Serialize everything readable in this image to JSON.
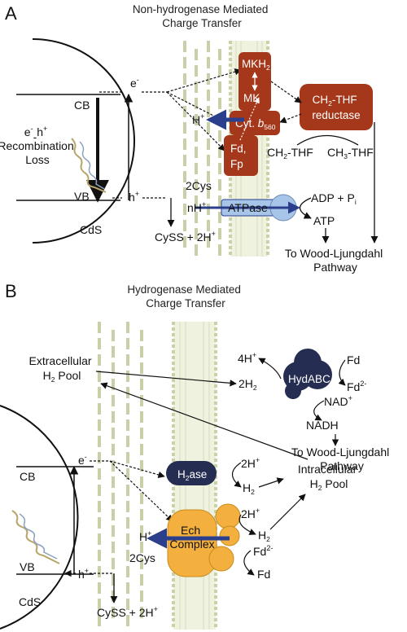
{
  "panel_a": {
    "letter": "A",
    "title_line1": "Non-hydrogenase Mediated",
    "title_line2": "Charge Transfer",
    "cb": "CB",
    "vb": "VB",
    "cds": "CdS",
    "electron": "e",
    "hole": "h",
    "recomb_line1": "e-h",
    "recomb_line2": "Recombination",
    "recomb_line3": "Loss",
    "mkh2": "MKH",
    "mk": "MK",
    "cyt": "Cyt.",
    "b560": "b",
    "b560_sub": "560",
    "fd": "Fd,",
    "fp": "Fp",
    "h_plus": "H",
    "ch2thf_line1": "CH",
    "ch2thf_line1_rest": "-THF",
    "ch2thf_line2": "reductase",
    "ch2thf_left": "CH",
    "ch2thf_left_rest": "-THF",
    "ch3thf": "CH",
    "ch3thf_rest": "-THF",
    "two_cys": "2Cys",
    "cyss": "CySS + 2H",
    "nh_plus": "nH",
    "atpase": "ATPase",
    "adp": "ADP + P",
    "adp_sub": "i",
    "atp": "ATP",
    "wood_line1": "To Wood-Ljungdahl",
    "wood_line2": "Pathway"
  },
  "panel_b": {
    "letter": "B",
    "title_line1": "Hydrogenase Mediated",
    "title_line2": "Charge Transfer",
    "four_h": "4H",
    "fd_top": "Fd",
    "hydabc": "HydABC",
    "two_h2": "2H",
    "fd2": "Fd",
    "nad": "NAD",
    "nadh": "NADH",
    "extra_line1": "Extracellular",
    "extra_line2": "H",
    "extra_line2_rest": "Pool",
    "wood_line1": "To Wood-Ljungdahl",
    "wood_line2": "Pathway",
    "cb": "CB",
    "vb": "VB",
    "cds": "CdS",
    "electron": "e",
    "hole": "h",
    "h2ase": "H",
    "h2ase_rest": "ase",
    "two_h_plus": "2H",
    "h2": "H",
    "intra_line1": "Intracellular",
    "intra_line2": "H",
    "intra_line2_rest": "Pool",
    "ech_line1": "Ech",
    "ech_line2": "Complex",
    "h_plus": "H",
    "two_h_plus_b": "2H",
    "h2_b": "H",
    "fd2_b": "Fd",
    "fd_b": "Fd",
    "two_cys": "2Cys",
    "cyss": "CySS + 2H"
  },
  "colors": {
    "enzyme_red": "#a5381a",
    "enzyme_navy": "#252e52",
    "ech_orange": "#f3b03f",
    "atpase_blue": "#a7c5e8",
    "membrane_green": "#c7d0a8",
    "arrow_blue": "#2c3f8c"
  }
}
